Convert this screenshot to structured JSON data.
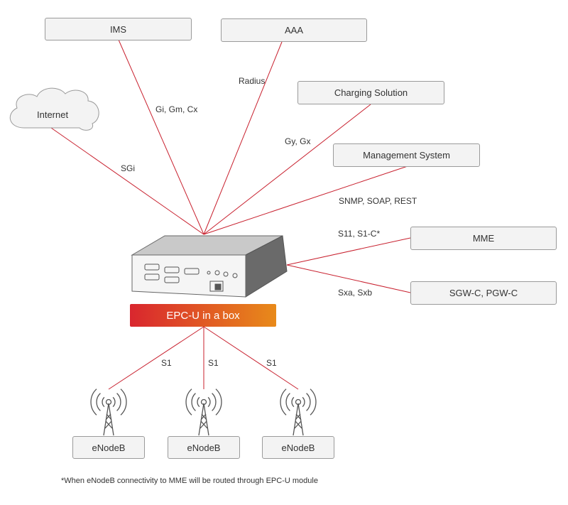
{
  "nodes": {
    "ims": "IMS",
    "aaa": "AAA",
    "charging": "Charging Solution",
    "internet": "Internet",
    "management": "Management System",
    "mme": "MME",
    "sgw": "SGW-C, PGW-C",
    "epc": "EPC-U in a box",
    "enodeb": [
      "eNodeB",
      "eNodeB",
      "eNodeB"
    ]
  },
  "links": {
    "ims": "Gi, Gm, Cx",
    "aaa": "Radius",
    "charging": "Gy, Gx",
    "internet": "SGi",
    "management": "SNMP, SOAP, REST",
    "mme": "S11, S1-C*",
    "sgw": "Sxa, Sxb",
    "s1": [
      "S1",
      "S1",
      "S1"
    ]
  },
  "footnote": "*When eNodeB connectivity to MME will be routed through EPC-U module",
  "colors": {
    "line": "#c8202e",
    "epc_gradient_start": "#d9262e",
    "epc_gradient_end": "#e88a1a",
    "box_fill": "#f3f3f3",
    "box_border": "#9a9a9a"
  },
  "icons": [
    "cloud-icon",
    "server-appliance-icon",
    "antenna-tower-icon"
  ]
}
